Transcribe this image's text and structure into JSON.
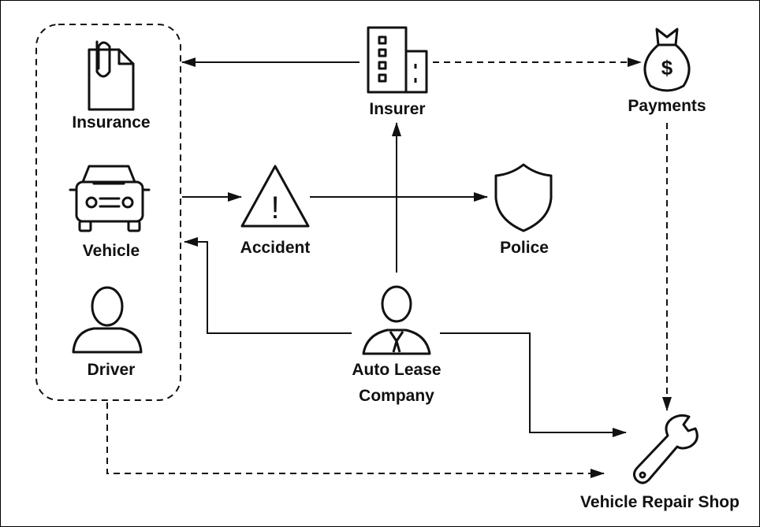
{
  "nodes": {
    "insurance": {
      "label": "Insurance",
      "icon": "paperclip-document-icon"
    },
    "vehicle": {
      "label": "Vehicle",
      "icon": "car-icon"
    },
    "driver": {
      "label": "Driver",
      "icon": "person-icon"
    },
    "insurer": {
      "label": "Insurer",
      "icon": "office-building-icon"
    },
    "payments": {
      "label": "Payments",
      "icon": "money-bag-icon",
      "symbol": "$"
    },
    "accident": {
      "label": "Accident",
      "icon": "warning-triangle-icon",
      "symbol": "!"
    },
    "police": {
      "label": "Police",
      "icon": "shield-icon"
    },
    "auto_lease": {
      "label_line1": "Auto Lease",
      "label_line2": "Company",
      "icon": "businessman-icon"
    },
    "repair_shop": {
      "label": "Vehicle Repair Shop",
      "icon": "wrench-icon"
    }
  },
  "groups": [
    {
      "name": "insured-party",
      "members": [
        "insurance",
        "vehicle",
        "driver"
      ],
      "style": "dashed"
    }
  ],
  "edges": [
    {
      "from": "insurer",
      "to": "insured-party",
      "style": "solid"
    },
    {
      "from": "insurer",
      "to": "payments",
      "style": "dashed"
    },
    {
      "from": "payments",
      "to": "repair_shop",
      "style": "dashed"
    },
    {
      "from": "insured-party",
      "to": "accident",
      "style": "solid"
    },
    {
      "from": "accident",
      "to": "police",
      "style": "solid"
    },
    {
      "from": "auto_lease",
      "to": "insurer",
      "style": "solid"
    },
    {
      "from": "auto_lease",
      "to": "insured-party",
      "style": "solid"
    },
    {
      "from": "auto_lease",
      "to": "repair_shop",
      "style": "solid"
    },
    {
      "from": "insured-party",
      "to": "repair_shop",
      "style": "dashed"
    }
  ],
  "colors": {
    "stroke": "#111111",
    "background": "#ffffff"
  }
}
